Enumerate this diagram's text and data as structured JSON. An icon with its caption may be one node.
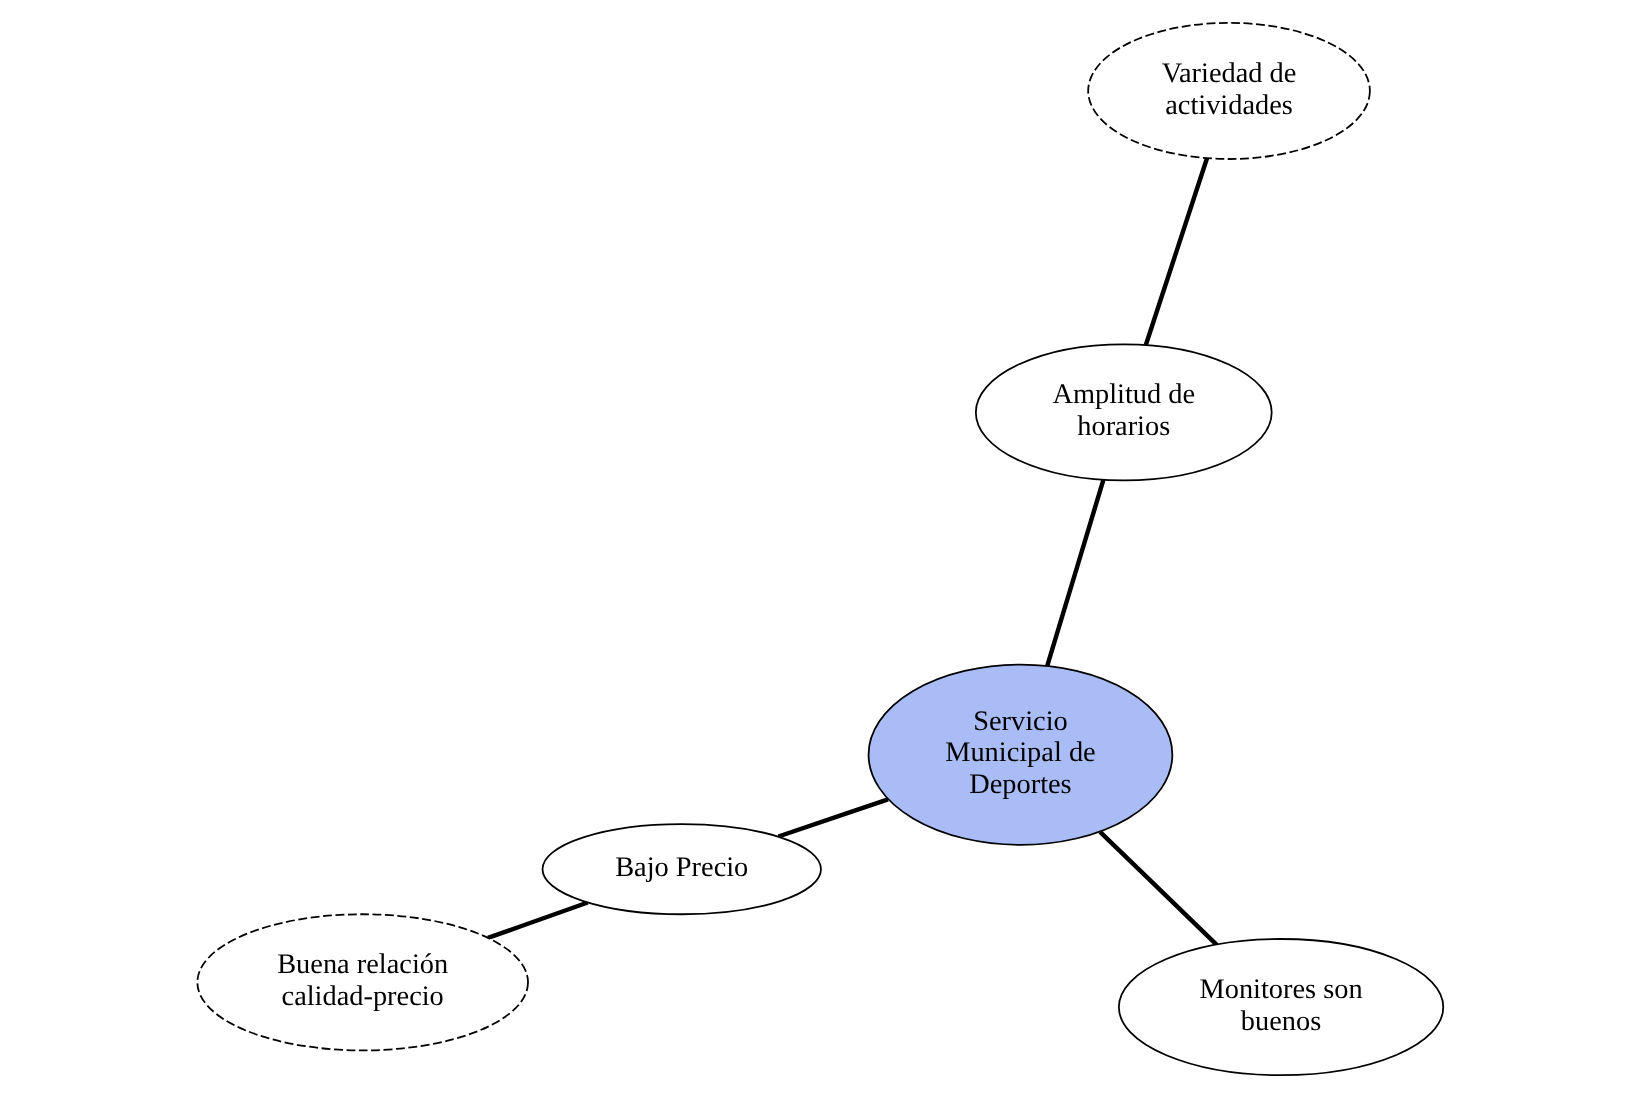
{
  "diagram": {
    "nodes": [
      {
        "text": [
          "Servicio Municipal de Deportes"
        ]
      },
      {
        "text": [
          "Monitores son buenos"
        ]
      },
      {
        "text": [
          "Bajo Precio"
        ]
      },
      {
        "text": [
          "Buena relación calidad-precio"
        ]
      },
      {
        "text": [
          "Amplitud de horarios"
        ]
      },
      {
        "text": [
          "Variedad de actividades"
        ]
      }
    ],
    "edges": [
      {
        "from": 0,
        "to": 1,
        "arrow": "none"
      },
      {
        "from": 0,
        "to": 2,
        "arrow": "none"
      },
      {
        "from": 2,
        "to": 3,
        "arrow": "none"
      },
      {
        "from": 0,
        "to": 4,
        "arrow": "none"
      },
      {
        "from": 4,
        "to": 5,
        "arrow": "none"
      }
    ]
  }
}
